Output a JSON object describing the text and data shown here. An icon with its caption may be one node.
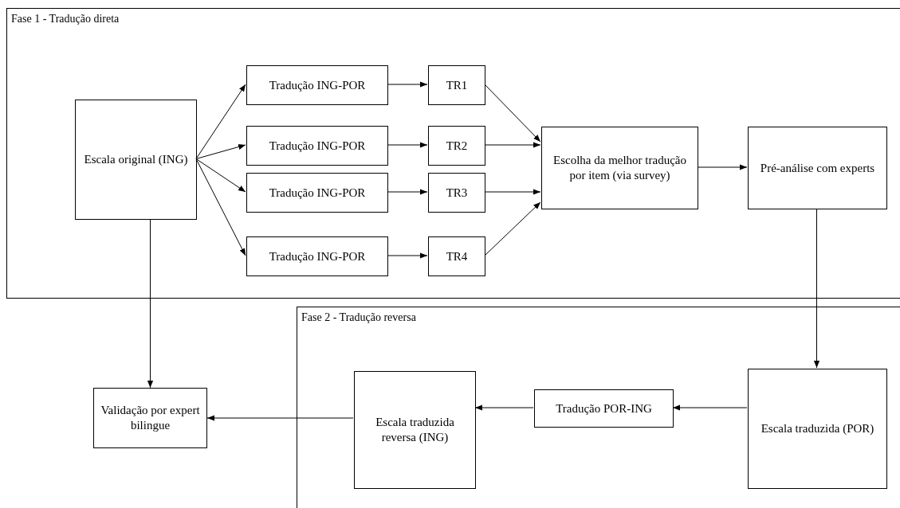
{
  "diagram": {
    "nodes": [
      {
        "text": [
          "Fase 1 - Tradução direta"
        ]
      },
      {
        "text": [
          "Escala original (ING)"
        ],
        "in": 0
      },
      {
        "text": [
          "Tradução ING-POR"
        ],
        "in": 0
      },
      {
        "text": [
          "Tradução ING-POR"
        ],
        "in": 0
      },
      {
        "text": [
          "Tradução ING-POR"
        ],
        "in": 0
      },
      {
        "text": [
          "Tradução ING-POR"
        ],
        "in": 0
      },
      {
        "text": [
          "TR1"
        ],
        "in": 0
      },
      {
        "text": [
          "TR2"
        ],
        "in": 0
      },
      {
        "text": [
          "TR3"
        ],
        "in": 0
      },
      {
        "text": [
          "TR4"
        ],
        "in": 0
      },
      {
        "text": [
          "Escolha da melhor tradução por item (via survey)"
        ],
        "in": 0
      },
      {
        "text": [
          "Pré-análise com experts"
        ],
        "in": 0
      },
      {
        "text": [
          "Fase 2 - Tradução reversa"
        ]
      },
      {
        "text": [
          "Escala traduzida (POR)"
        ],
        "in": 12
      },
      {
        "text": [
          "Tradução POR-ING"
        ],
        "in": 12
      },
      {
        "text": [
          "Escala traduzida reversa (ING)"
        ],
        "in": 12
      },
      {
        "text": [
          "Validação por expert bilingue"
        ]
      }
    ],
    "edges": [
      {
        "from": 1,
        "to": 2,
        "arrow": "to"
      },
      {
        "from": 1,
        "to": 3,
        "arrow": "to"
      },
      {
        "from": 1,
        "to": 4,
        "arrow": "to"
      },
      {
        "from": 1,
        "to": 5,
        "arrow": "to"
      },
      {
        "from": 2,
        "to": 6,
        "arrow": "to"
      },
      {
        "from": 3,
        "to": 7,
        "arrow": "to"
      },
      {
        "from": 4,
        "to": 8,
        "arrow": "to"
      },
      {
        "from": 5,
        "to": 9,
        "arrow": "to"
      },
      {
        "from": 6,
        "to": 10,
        "arrow": "to"
      },
      {
        "from": 7,
        "to": 10,
        "arrow": "to"
      },
      {
        "from": 8,
        "to": 10,
        "arrow": "to"
      },
      {
        "from": 9,
        "to": 10,
        "arrow": "to"
      },
      {
        "from": 10,
        "to": 11,
        "arrow": "to"
      },
      {
        "from": 11,
        "to": 13,
        "arrow": "to"
      },
      {
        "from": 13,
        "to": 14,
        "arrow": "to"
      },
      {
        "from": 14,
        "to": 15,
        "arrow": "to"
      },
      {
        "from": 15,
        "to": 16,
        "arrow": "to"
      },
      {
        "from": 1,
        "to": 16,
        "arrow": "to"
      }
    ]
  }
}
